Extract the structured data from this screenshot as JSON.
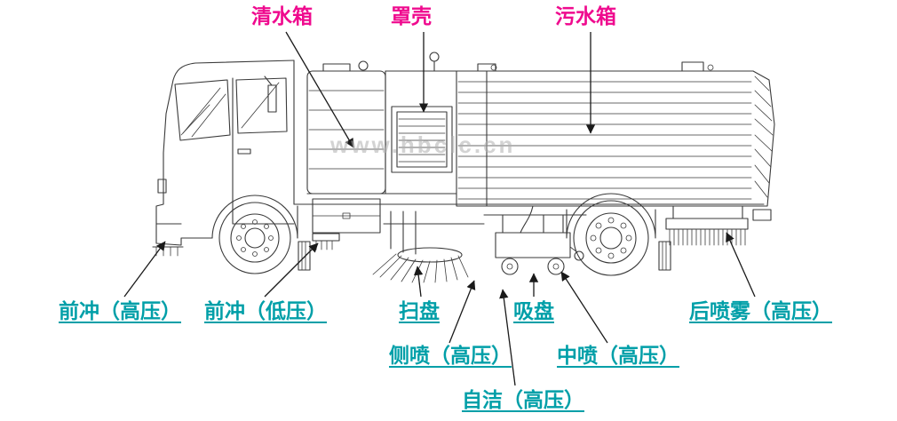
{
  "diagram": {
    "watermark": "www.hbclc.cn",
    "colors": {
      "top_label": "#ef0a8e",
      "bottom_label": "#009fa8",
      "line_art": "#3a3a3a"
    },
    "labels_top": [
      {
        "name": "clean-water-tank",
        "text": "清水箱"
      },
      {
        "name": "cover-shell",
        "text": "罩壳"
      },
      {
        "name": "sewage-tank",
        "text": "污水箱"
      }
    ],
    "labels_bottom": [
      {
        "name": "front-flush-high-pressure",
        "text": "前冲（高压）"
      },
      {
        "name": "front-flush-low-pressure",
        "text": "前冲（低压）"
      },
      {
        "name": "sweep-disc",
        "text": "扫盘"
      },
      {
        "name": "suction-disc",
        "text": "吸盘"
      },
      {
        "name": "rear-spray-mist-high-pressure",
        "text": "后喷雾（高压）"
      },
      {
        "name": "side-spray-high-pressure",
        "text": "侧喷（高压）"
      },
      {
        "name": "center-spray-high-pressure",
        "text": "中喷（高压）"
      },
      {
        "name": "self-clean-high-pressure",
        "text": "自洁（高压）"
      }
    ]
  }
}
